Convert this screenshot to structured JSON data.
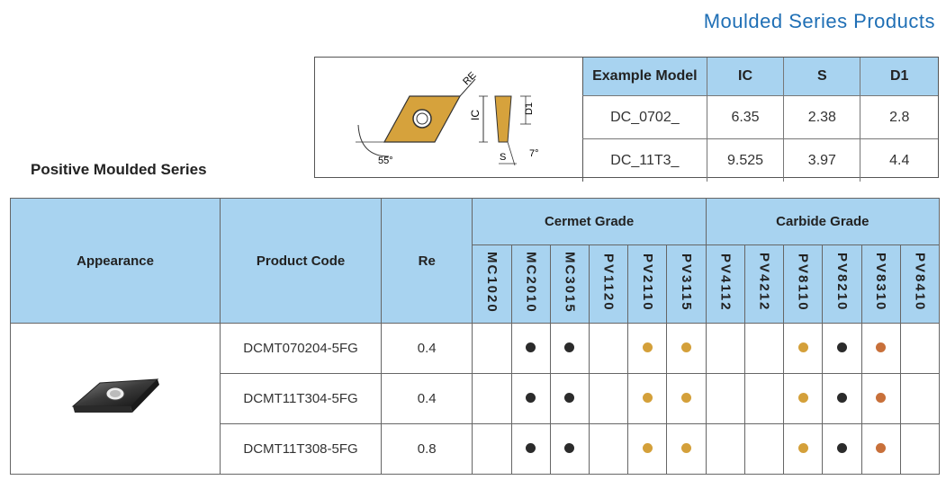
{
  "header": {
    "title": "Moulded Series Products"
  },
  "series_title": "Positive Moulded Series",
  "diagram": {
    "re_label": "RE",
    "ic_label": "IC",
    "d1_label": "D1",
    "s_label": "S",
    "angle_label": "55°",
    "clearance_label": "7°"
  },
  "example": {
    "headers": [
      "Example Model",
      "IC",
      "S",
      "D1"
    ],
    "rows": [
      [
        "DC_0702_",
        "6.35",
        "2.38",
        "2.8"
      ],
      [
        "DC_11T3_",
        "9.525",
        "3.97",
        "4.4"
      ]
    ]
  },
  "main": {
    "headers": {
      "appearance": "Appearance",
      "product_code": "Product Code",
      "re": "Re",
      "cermet": "Cermet Grade",
      "carbide": "Carbide Grade"
    },
    "cermet_grades": [
      "MC1020",
      "MC2010",
      "MC3015",
      "PV1120",
      "PV2110",
      "PV3115"
    ],
    "carbide_grades": [
      "PV4112",
      "PV4212",
      "PV8110",
      "PV8210",
      "PV8310",
      "PV8410"
    ],
    "colors": {
      "black": "#2b2b2b",
      "gold": "#d4a03a",
      "copper": "#c8703a"
    },
    "rows": [
      {
        "code": "DCMT070204-5FG",
        "re": "0.4",
        "dots": [
          "",
          "black",
          "black",
          "",
          "gold",
          "gold",
          "",
          "",
          "gold",
          "black",
          "copper",
          ""
        ]
      },
      {
        "code": "DCMT11T304-5FG",
        "re": "0.4",
        "dots": [
          "",
          "black",
          "black",
          "",
          "gold",
          "gold",
          "",
          "",
          "gold",
          "black",
          "copper",
          ""
        ]
      },
      {
        "code": "DCMT11T308-5FG",
        "re": "0.8",
        "dots": [
          "",
          "black",
          "black",
          "",
          "gold",
          "gold",
          "",
          "",
          "gold",
          "black",
          "copper",
          ""
        ]
      }
    ]
  }
}
